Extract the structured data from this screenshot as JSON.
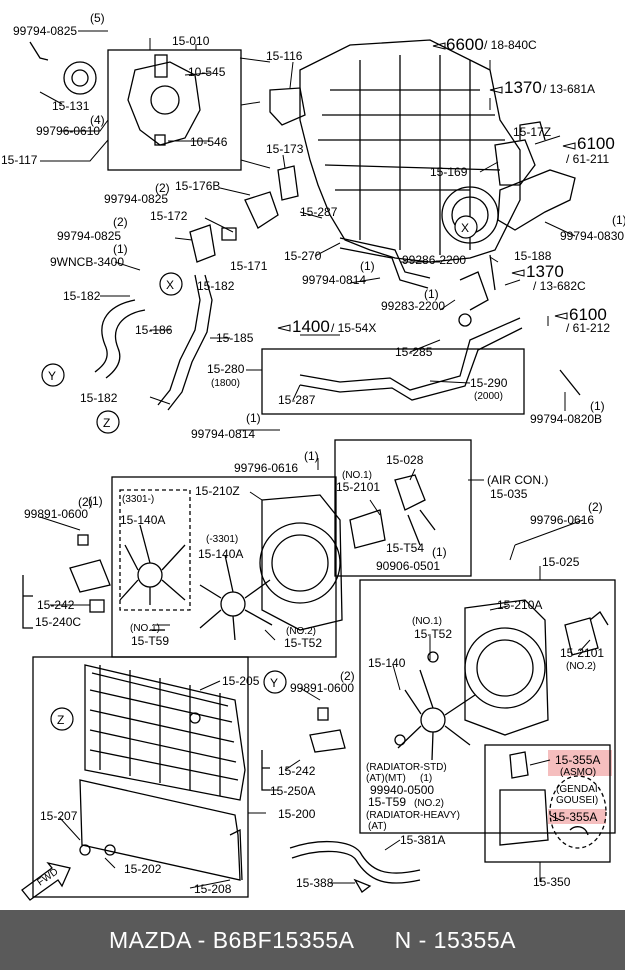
{
  "footer": {
    "brand": "MAZDA",
    "separator": " - ",
    "part_number": "B6BF15355A",
    "ref": "N - 15355A"
  },
  "colors": {
    "highlight": "#f3b3b3",
    "footer_bg": "#5a5a5a",
    "line": "#000000"
  },
  "refs": [
    {
      "id": "ref-6600",
      "text": "6600",
      "sub": "/ 18-840C"
    },
    {
      "id": "ref-1370a",
      "text": "1370",
      "sub": "/ 13-681A"
    },
    {
      "id": "ref-6100a",
      "text": "6100",
      "sub": "/ 61-211"
    },
    {
      "id": "ref-1370b",
      "text": "1370",
      "sub": "/ 13-682C"
    },
    {
      "id": "ref-6100b",
      "text": "6100",
      "sub": "/ 61-212"
    },
    {
      "id": "ref-1400",
      "text": "1400",
      "sub": "/ 15-54X"
    }
  ],
  "callouts": {
    "x1": "X",
    "x2": "X",
    "y1": "Y",
    "y2": "Y",
    "z1": "Z",
    "z2": "Z"
  },
  "labels": {
    "l001": "99794-0825",
    "l002": "(5)",
    "l003": "15-010",
    "l004": "10-545",
    "l005": "15-131",
    "l006": "(4)",
    "l007": "99796-0610",
    "l008": "10-546",
    "l009": "15-117",
    "l010": "15-116",
    "l011": "15-173",
    "l012": "15-176B",
    "l013": "(2)",
    "l014": "99794-0825",
    "l015": "15-172",
    "l016": "(2)",
    "l017": "99794-0825",
    "l018": "(1)",
    "l019": "9WNCB-3400",
    "l020": "15-171",
    "l021": "15-182",
    "l022": "15-287",
    "l023": "15-270",
    "l024": "99794-0814",
    "l025": "(1)",
    "l026": "99283-2200",
    "l027": "(1)",
    "l028": "99286-2200",
    "l029": "15-188",
    "l030": "15-169",
    "l031": "15-17Z",
    "l032": "99794-0830",
    "l033": "(1)",
    "l034": "15-182",
    "l035": "15-186",
    "l036": "15-185",
    "l037": "15-285",
    "l038": "15-280",
    "l039": "(1800)",
    "l040": "15-287",
    "l041": "15-290",
    "l042": "(2000)",
    "l043": "15-182",
    "l044": "(1)",
    "l045": "99794-0814",
    "l046": "99794-0820B",
    "l047": "(1)",
    "l048": "99796-0616",
    "l049": "(1)",
    "l050": "15-028",
    "l051": "(NO.1)",
    "l052": "15-2101",
    "l053": "(AIR CON.)",
    "l054": "15-035",
    "l055": "15-210Z",
    "l056": "(3301-)",
    "l057": "15-140A",
    "l058": "(-3301)",
    "l059": "15-140A",
    "l060": "15-T54",
    "l061": "(1)",
    "l062": "90906-0501",
    "l063": "(1)",
    "l064": "(NO.1)",
    "l065": "15-T59",
    "l066": "(NO.2)",
    "l067": "15-T52",
    "l068": "(2)",
    "l069": "99891-0600",
    "l070": "15-242",
    "l071": "15-240C",
    "l072": "99796-0616",
    "l073": "(2)",
    "l074": "15-025",
    "l075": "15-210A",
    "l076": "(NO.1)",
    "l077": "15-T52",
    "l078": "15-140",
    "l079": "15-2101",
    "l080": "(NO.2)",
    "l081": "15-205",
    "l082": "(2)",
    "l083": "99891-0600",
    "l084": "15-242",
    "l085": "15-250A",
    "l086": "(RADIATOR-STD)",
    "l087": "(AT)(MT)",
    "l088": "(1)",
    "l089": "99940-0500",
    "l090": "15-T59",
    "l091": "(NO.2)",
    "l092": "(RADIATOR-HEAVY)",
    "l093": "(AT)",
    "l094": "15-200",
    "l095": "15-355A",
    "l096": "(ASMO)",
    "l097": "(GENDAI",
    "l098": "GOUSEI)",
    "l099": "15-355A",
    "l100": "15-207",
    "l101": "15-202",
    "l102": "15-208",
    "l103": "15-381A",
    "l104": "15-388",
    "l105": "15-350",
    "l106": "FWD"
  }
}
